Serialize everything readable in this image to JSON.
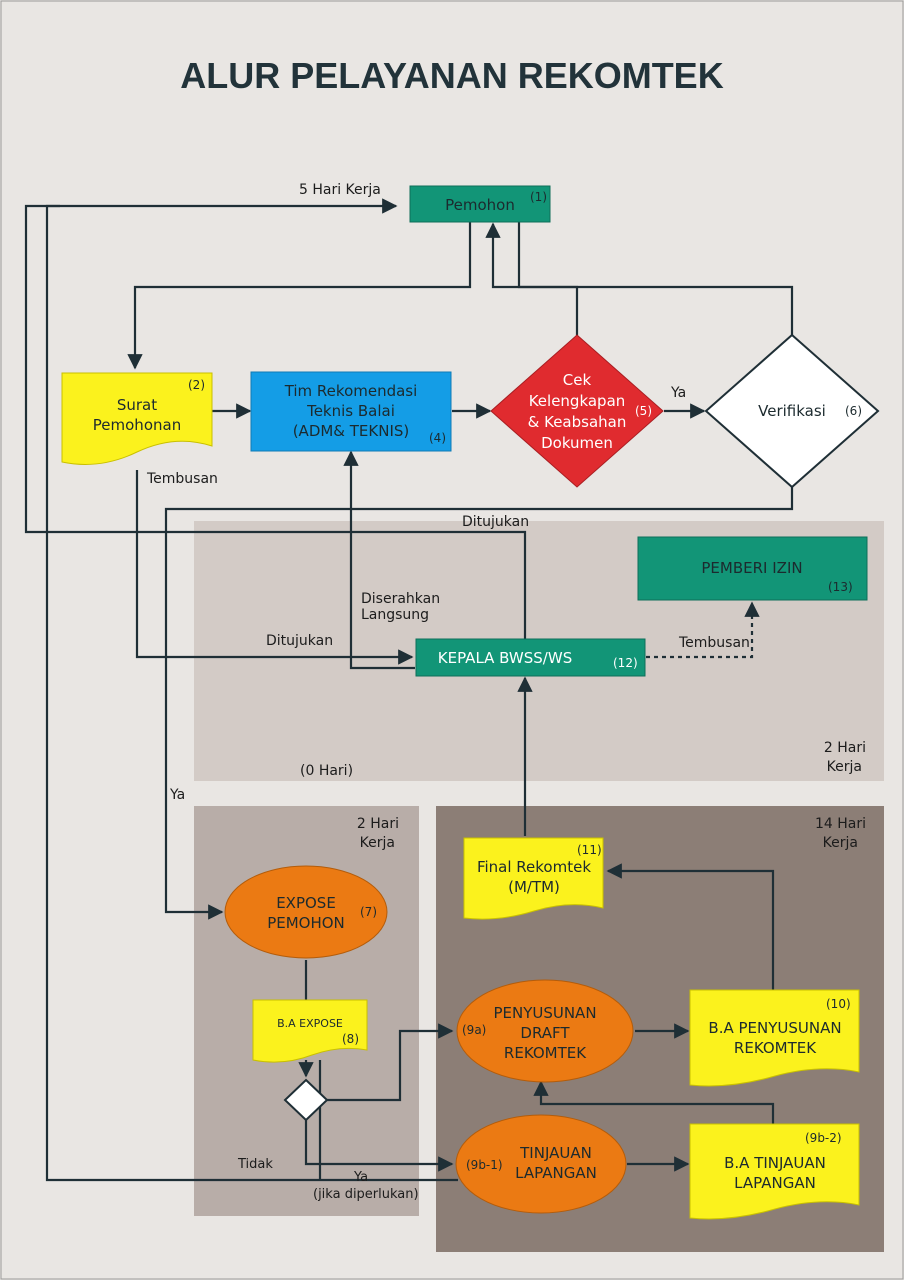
{
  "title": "ALUR PELAYANAN REKOMTEK",
  "colors": {
    "background": "#e9e6e3",
    "zone_light": "#d3cbc6",
    "zone_mid": "#b8ada8",
    "zone_dark": "#8c7e76",
    "teal": "#129577",
    "blue": "#149de6",
    "red": "#e02b2f",
    "yellow": "#fbf21d",
    "orange": "#eb7a13",
    "line": "#1f2f36"
  },
  "nodes": {
    "pemohon": {
      "label": "Pemohon",
      "num": "(1)"
    },
    "surat_pemohonan": {
      "line1": "Surat",
      "line2": "Pemohonan",
      "num": "(2)"
    },
    "tim_rekomendasi": {
      "line1": "Tim Rekomendasi",
      "line2": "Teknis Balai",
      "line3": "(ADM& TEKNIS)",
      "num": "(4)"
    },
    "cek_kelengkapan": {
      "line1": "Cek",
      "line2": "Kelengkapan",
      "line3": "& Keabsahan",
      "line4": "Dokumen",
      "num": "(5)"
    },
    "verifikasi": {
      "label": "Verifikasi",
      "num": "(6)"
    },
    "expose_pemohon": {
      "line1": "EXPOSE",
      "line2": "PEMOHON",
      "num": "(7)"
    },
    "ba_expose": {
      "label": "B.A EXPOSE",
      "num": "(8)"
    },
    "penyusunan_draft": {
      "line1": "PENYUSUNAN",
      "line2": "DRAFT",
      "line3": "REKOMTEK",
      "num": "(9a)"
    },
    "tinjauan_lapangan": {
      "line1": "TINJAUAN",
      "line2": "LAPANGAN",
      "num": "(9b-1)"
    },
    "ba_tinjauan": {
      "line1": "B.A TINJAUAN",
      "line2": "LAPANGAN",
      "num": "(9b-2)"
    },
    "ba_penyusunan": {
      "line1": "B.A PENYUSUNAN",
      "line2": "REKOMTEK",
      "num": "(10)"
    },
    "final_rekomtek": {
      "line1": "Final Rekomtek",
      "line2": "(M/TM)",
      "num": "(11)"
    },
    "kepala_bwss": {
      "label": "KEPALA BWSS/WS",
      "num": "(12)"
    },
    "pemberi_izin": {
      "label": "PEMBERI IZIN",
      "num": "(13)"
    }
  },
  "labels": {
    "lima_hari_kerja": "5 Hari Kerja",
    "tembusan_left": "Tembusan",
    "ya_top": "Ya",
    "ditujukan_top": "Ditujukan",
    "diserahkan_1": "Diserahkan",
    "diserahkan_2": "Langsung",
    "ditujukan_mid": "Ditujukan",
    "tembusan_right": "Tembusan",
    "nol_hari": "(0 Hari)",
    "ya_left": "Ya",
    "tidak": "Tidak",
    "ya_bottom": "Ya",
    "jika_diperlukan": "(jika diperlukan)"
  },
  "zones": {
    "zone_top_1": "2 Hari",
    "zone_top_2": "Kerja",
    "zone_left_1": "2 Hari",
    "zone_left_2": "Kerja",
    "zone_right_1": "14 Hari",
    "zone_right_2": "Kerja"
  }
}
